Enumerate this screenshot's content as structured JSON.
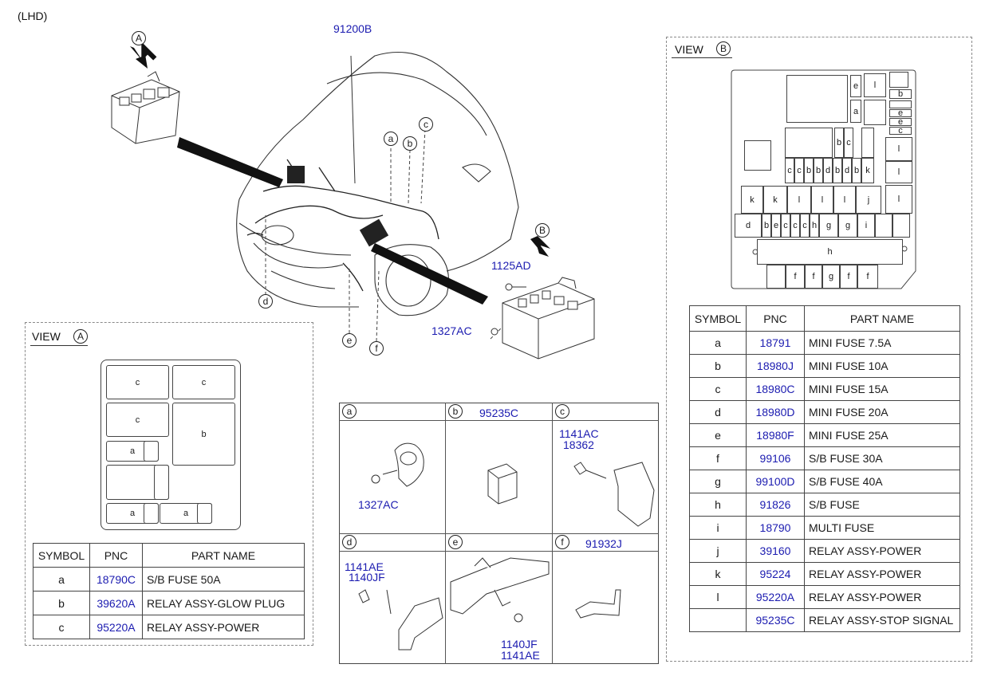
{
  "header": {
    "lhd": "(LHD)"
  },
  "main_diagram": {
    "harness_pnc": "91200B",
    "callouts": [
      "a",
      "b",
      "c",
      "d",
      "e",
      "f"
    ],
    "view_a_marker": "A",
    "view_b_marker": "B",
    "bolt_pnc": "1125AD",
    "nut_pnc": "1327AC"
  },
  "view_a": {
    "title": "VIEW",
    "marker": "A",
    "slots": [
      "c",
      "c",
      "c",
      "b",
      "a",
      "a",
      "a"
    ],
    "table": {
      "headers": [
        "SYMBOL",
        "PNC",
        "PART NAME"
      ],
      "rows": [
        {
          "symbol": "a",
          "pnc": "18790C",
          "name": "S/B FUSE 50A"
        },
        {
          "symbol": "b",
          "pnc": "39620A",
          "name": "RELAY ASSY-GLOW PLUG"
        },
        {
          "symbol": "c",
          "pnc": "95220A",
          "name": "RELAY ASSY-POWER"
        }
      ]
    }
  },
  "view_b": {
    "title": "VIEW",
    "marker": "B",
    "slots": [
      "e",
      "l",
      "a",
      "b",
      "e",
      "e",
      "c",
      "b",
      "c",
      "d",
      "l",
      "c",
      "c",
      "b",
      "b",
      "d",
      "b",
      "d",
      "b",
      "k",
      "l",
      "k",
      "k",
      "l",
      "l",
      "l",
      "j",
      "l",
      "d",
      "b",
      "e",
      "c",
      "c",
      "c",
      "h",
      "g",
      "g",
      "i",
      "h",
      "f",
      "f",
      "g",
      "f"
    ],
    "table": {
      "headers": [
        "SYMBOL",
        "PNC",
        "PART NAME"
      ],
      "rows": [
        {
          "symbol": "a",
          "pnc": "18791",
          "name": "MINI FUSE 7.5A"
        },
        {
          "symbol": "b",
          "pnc": "18980J",
          "name": "MINI FUSE 10A"
        },
        {
          "symbol": "c",
          "pnc": "18980C",
          "name": "MINI FUSE 15A"
        },
        {
          "symbol": "d",
          "pnc": "18980D",
          "name": "MINI FUSE 20A"
        },
        {
          "symbol": "e",
          "pnc": "18980F",
          "name": "MINI FUSE 25A"
        },
        {
          "symbol": "f",
          "pnc": "99106",
          "name": "S/B FUSE 30A"
        },
        {
          "symbol": "g",
          "pnc": "99100D",
          "name": "S/B FUSE 40A"
        },
        {
          "symbol": "h",
          "pnc": "91826",
          "name": "S/B FUSE"
        },
        {
          "symbol": "i",
          "pnc": "18790",
          "name": "MULTI FUSE"
        },
        {
          "symbol": "j",
          "pnc": "39160",
          "name": "RELAY ASSY-POWER"
        },
        {
          "symbol": "k",
          "pnc": "95224",
          "name": "RELAY ASSY-POWER"
        },
        {
          "symbol": "l",
          "pnc": "95220A",
          "name": "RELAY ASSY-POWER"
        },
        {
          "symbol": "",
          "pnc": "95235C",
          "name": "RELAY ASSY-STOP SIGNAL"
        }
      ]
    }
  },
  "detail_grid": {
    "cells": [
      {
        "letter": "a",
        "pnc": "",
        "labels": [
          "1327AC"
        ]
      },
      {
        "letter": "b",
        "pnc": "95235C",
        "labels": []
      },
      {
        "letter": "c",
        "pnc": "",
        "labels": [
          "1141AC",
          "18362"
        ]
      },
      {
        "letter": "d",
        "pnc": "",
        "labels": [
          "1141AE",
          "1140JF"
        ]
      },
      {
        "letter": "e",
        "pnc": "",
        "labels": [
          "1140JF",
          "1141AE"
        ]
      },
      {
        "letter": "f",
        "pnc": "91932J",
        "labels": []
      }
    ]
  },
  "colors": {
    "pnc_blue": "#1b1bb0",
    "line": "#222222",
    "dash": "#8a8a8a"
  }
}
